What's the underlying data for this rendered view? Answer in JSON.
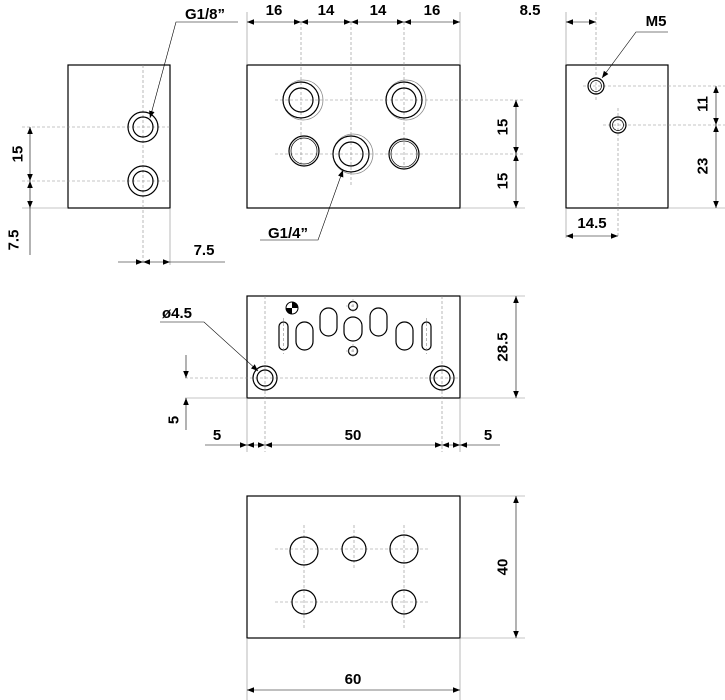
{
  "labels": {
    "thread_side": "G1/8”",
    "thread_main": "G1/4”",
    "thread_m5": "M5",
    "diameter": "ø4.5"
  },
  "dimensions": {
    "top_16_left": "16",
    "top_14_left": "14",
    "top_14_right": "14",
    "top_16_right": "16",
    "right_8_5": "8.5",
    "left_15": "15",
    "left_7_5_vert": "7.5",
    "left_7_5_horiz": "7.5",
    "main_15_upper": "15",
    "main_15_lower": "15",
    "right_11": "11",
    "right_23": "23",
    "right_14_5": "14.5",
    "mid_28_5": "28.5",
    "mid_5_vert": "5",
    "mid_5_left": "5",
    "mid_50": "50",
    "mid_5_right": "5",
    "bottom_40": "40",
    "bottom_60": "60"
  }
}
